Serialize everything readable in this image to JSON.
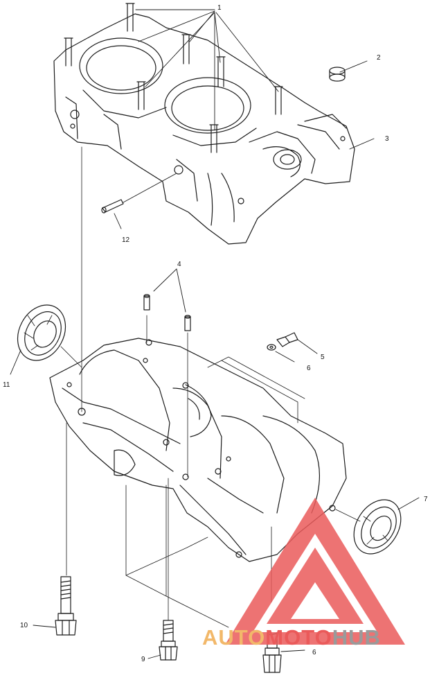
{
  "callouts": {
    "c1": "1",
    "c2": "2",
    "c3": "3",
    "c4": "4",
    "c5": "5",
    "c6a": "6",
    "c6b": "6",
    "c7": "7",
    "c9": "9",
    "c10": "10",
    "c11": "11",
    "c12": "12"
  },
  "watermark": {
    "part1": "AUTO",
    "part2": "MOTO",
    "part3": "HUB",
    "color_orange": "#f2b86a",
    "color_red": "#ea5a5a",
    "color_gray": "#9a9a9a"
  },
  "colors": {
    "line": "#1a1a1a",
    "background": "#ffffff"
  }
}
